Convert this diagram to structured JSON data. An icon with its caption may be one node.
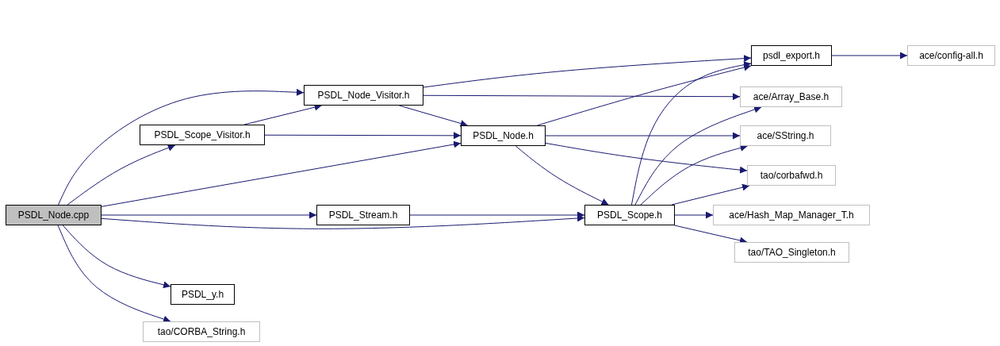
{
  "diagram": {
    "nodes": [
      {
        "text": [
          "PSDL_Node.cpp"
        ]
      },
      {
        "text": [
          "PSDL_Node_Visitor.h"
        ]
      },
      {
        "text": [
          "PSDL_Scope_Visitor.h"
        ]
      },
      {
        "text": [
          "PSDL_Node.h"
        ]
      },
      {
        "text": [
          "PSDL_Stream.h"
        ]
      },
      {
        "text": [
          "PSDL_Scope.h"
        ]
      },
      {
        "text": [
          "PSDL_y.h"
        ]
      },
      {
        "text": [
          "tao/CORBA_String.h"
        ]
      },
      {
        "text": [
          "psdl_export.h"
        ]
      },
      {
        "text": [
          "ace/config-all.h"
        ]
      },
      {
        "text": [
          "ace/Array_Base.h"
        ]
      },
      {
        "text": [
          "ace/SString.h"
        ]
      },
      {
        "text": [
          "tao/corbafwd.h"
        ]
      },
      {
        "text": [
          "ace/Hash_Map_Manager_T.h"
        ]
      },
      {
        "text": [
          "tao/TAO_Singleton.h"
        ]
      }
    ],
    "edges": [
      {
        "from": 0,
        "to": 1,
        "arrow": "to"
      },
      {
        "from": 0,
        "to": 2,
        "arrow": "to"
      },
      {
        "from": 0,
        "to": 3,
        "arrow": "to"
      },
      {
        "from": 0,
        "to": 4,
        "arrow": "to"
      },
      {
        "from": 0,
        "to": 5,
        "arrow": "to"
      },
      {
        "from": 0,
        "to": 6,
        "arrow": "to"
      },
      {
        "from": 0,
        "to": 7,
        "arrow": "to"
      },
      {
        "from": 1,
        "to": 8,
        "arrow": "to"
      },
      {
        "from": 1,
        "to": 10,
        "arrow": "to"
      },
      {
        "from": 1,
        "to": 3,
        "arrow": "to"
      },
      {
        "from": 2,
        "to": 1,
        "arrow": "to"
      },
      {
        "from": 2,
        "to": 3,
        "arrow": "to"
      },
      {
        "from": 3,
        "to": 8,
        "arrow": "to"
      },
      {
        "from": 3,
        "to": 11,
        "arrow": "to"
      },
      {
        "from": 3,
        "to": 12,
        "arrow": "to"
      },
      {
        "from": 3,
        "to": 5,
        "arrow": "to"
      },
      {
        "from": 4,
        "to": 5,
        "arrow": "to"
      },
      {
        "from": 5,
        "to": 8,
        "arrow": "to"
      },
      {
        "from": 5,
        "to": 10,
        "arrow": "to"
      },
      {
        "from": 5,
        "to": 11,
        "arrow": "to"
      },
      {
        "from": 5,
        "to": 12,
        "arrow": "to"
      },
      {
        "from": 5,
        "to": 13,
        "arrow": "to"
      },
      {
        "from": 5,
        "to": 14,
        "arrow": "to"
      },
      {
        "from": 8,
        "to": 9,
        "arrow": "to"
      }
    ]
  }
}
